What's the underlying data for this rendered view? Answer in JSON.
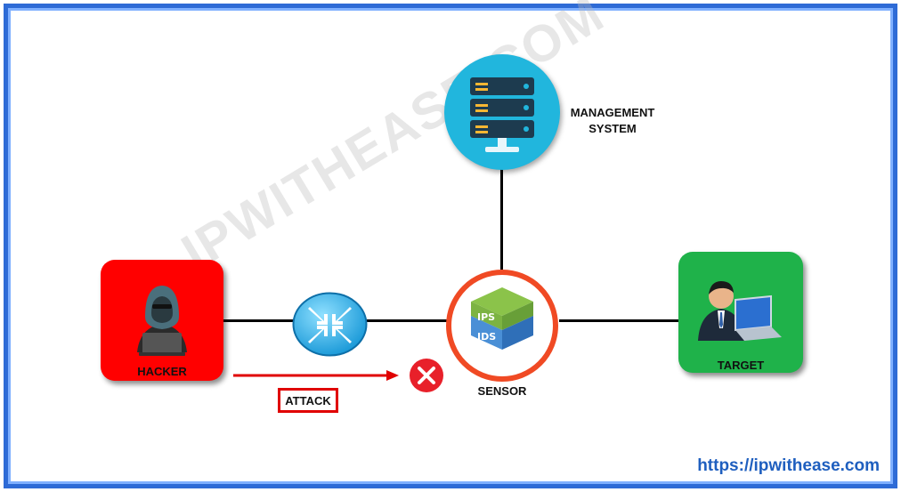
{
  "nodes": {
    "hacker": {
      "label": "HACKER",
      "color": "#ff0000",
      "icon": "hooded-hacker-icon"
    },
    "router": {
      "icon": "router-arrows-icon",
      "color": "#29b6ef"
    },
    "sensor": {
      "label": "SENSOR",
      "icon": "ips-ids-cube-icon",
      "cube_top_text": "IPS",
      "cube_bottom_text": "IDS",
      "ring_color": "#f04a24"
    },
    "management": {
      "label_line1": "MANAGEMENT",
      "label_line2": "SYSTEM",
      "icon": "server-rack-icon",
      "color": "#21b6dd"
    },
    "target": {
      "label": "TARGET",
      "color": "#1fb24a",
      "icon": "businessman-laptop-icon"
    }
  },
  "attack": {
    "label": "ATTACK",
    "arrow_color": "#e00000",
    "blocked_icon": "blocked-x-icon"
  },
  "watermark": "IPWITHEASE.COM",
  "footer_url": "https://ipwithease.com",
  "colors": {
    "frame": "#2e6bd6",
    "wire": "#000000"
  }
}
